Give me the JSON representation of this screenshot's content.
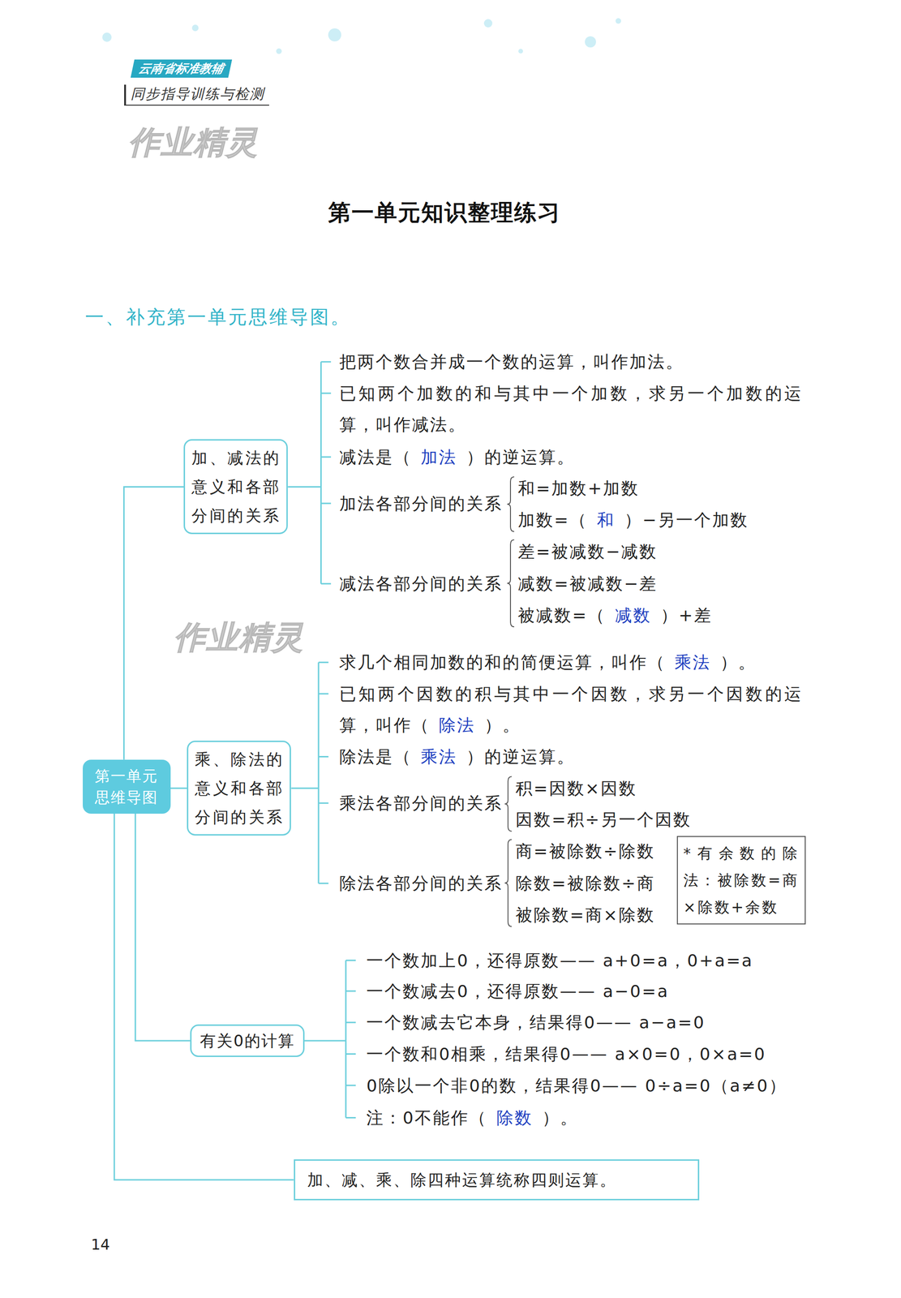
{
  "diagram": {
    "title": "第一单元知识整理练习",
    "nodes": [
      {
        "text": [
          "第一单元 思维导图"
        ]
      },
      {
        "text": [
          "加、减法的 意义和各部 分间的关系"
        ]
      },
      {
        "text": [
          "乘、除法的 意义和各部 分间的关系"
        ]
      },
      {
        "text": [
          "有关0的计算"
        ]
      },
      {
        "text": [
          "加、减、乘、除四种运算统称四则运算。"
        ]
      },
      {
        "text": [
          "*有余数的除法：被除数=商×除数+余数"
        ]
      }
    ],
    "edges": [
      {
        "from": 0,
        "to": 1,
        "arrow": "none"
      },
      {
        "from": 0,
        "to": 2,
        "arrow": "none"
      },
      {
        "from": 0,
        "to": 3,
        "arrow": "none"
      },
      {
        "from": 0,
        "to": 4,
        "arrow": "none"
      }
    ],
    "labels": [
      "云南省标准教辅",
      "同步指导训练与检测",
      "作业精灵",
      "一、补充第一单元思维导图。",
      "把两个数合并成一个数的运算，叫作加法。",
      "已知两个加数的和与其中一个加数，求另一个加数的运算，叫作减法。",
      "减法是（",
      "加法",
      "）的逆运算。",
      "加法各部分间的关系",
      "和=加数+加数",
      "加数=（",
      "和",
      "）−另一个加数",
      "作业精灵",
      "减法各部分间的关系",
      "差=被减数−减数",
      "减数=被减数−差",
      "被减数=（",
      "减数",
      "）+差",
      "求几个相同加数的和的简便运算，叫作（",
      "乘法",
      "）。",
      "已知两个因数的积与其中一个因数，求另一个因数的运算，叫作（",
      "除法",
      "）。",
      "除法是（",
      "乘法",
      "）的逆运算。",
      "乘法各部分间的关系",
      "积=因数×因数",
      "因数=积÷另一个因数",
      "除法各部分间的关系",
      "商=被除数÷除数",
      "除数=被除数÷商",
      "被除数=商×除数",
      "一个数加上0，还得原数—— a+0=a，0+a=a",
      "一个数减去0，还得原数—— a−0=a",
      "一个数减去它本身，结果得0—— a−a=0",
      "一个数和0相乘，结果得0—— a×0=0，0×a=0",
      "0除以一个非0的数，结果得0—— 0÷a=0（a≠0）",
      "注：0不能作（",
      "除数",
      "）。",
      "14"
    ]
  }
}
